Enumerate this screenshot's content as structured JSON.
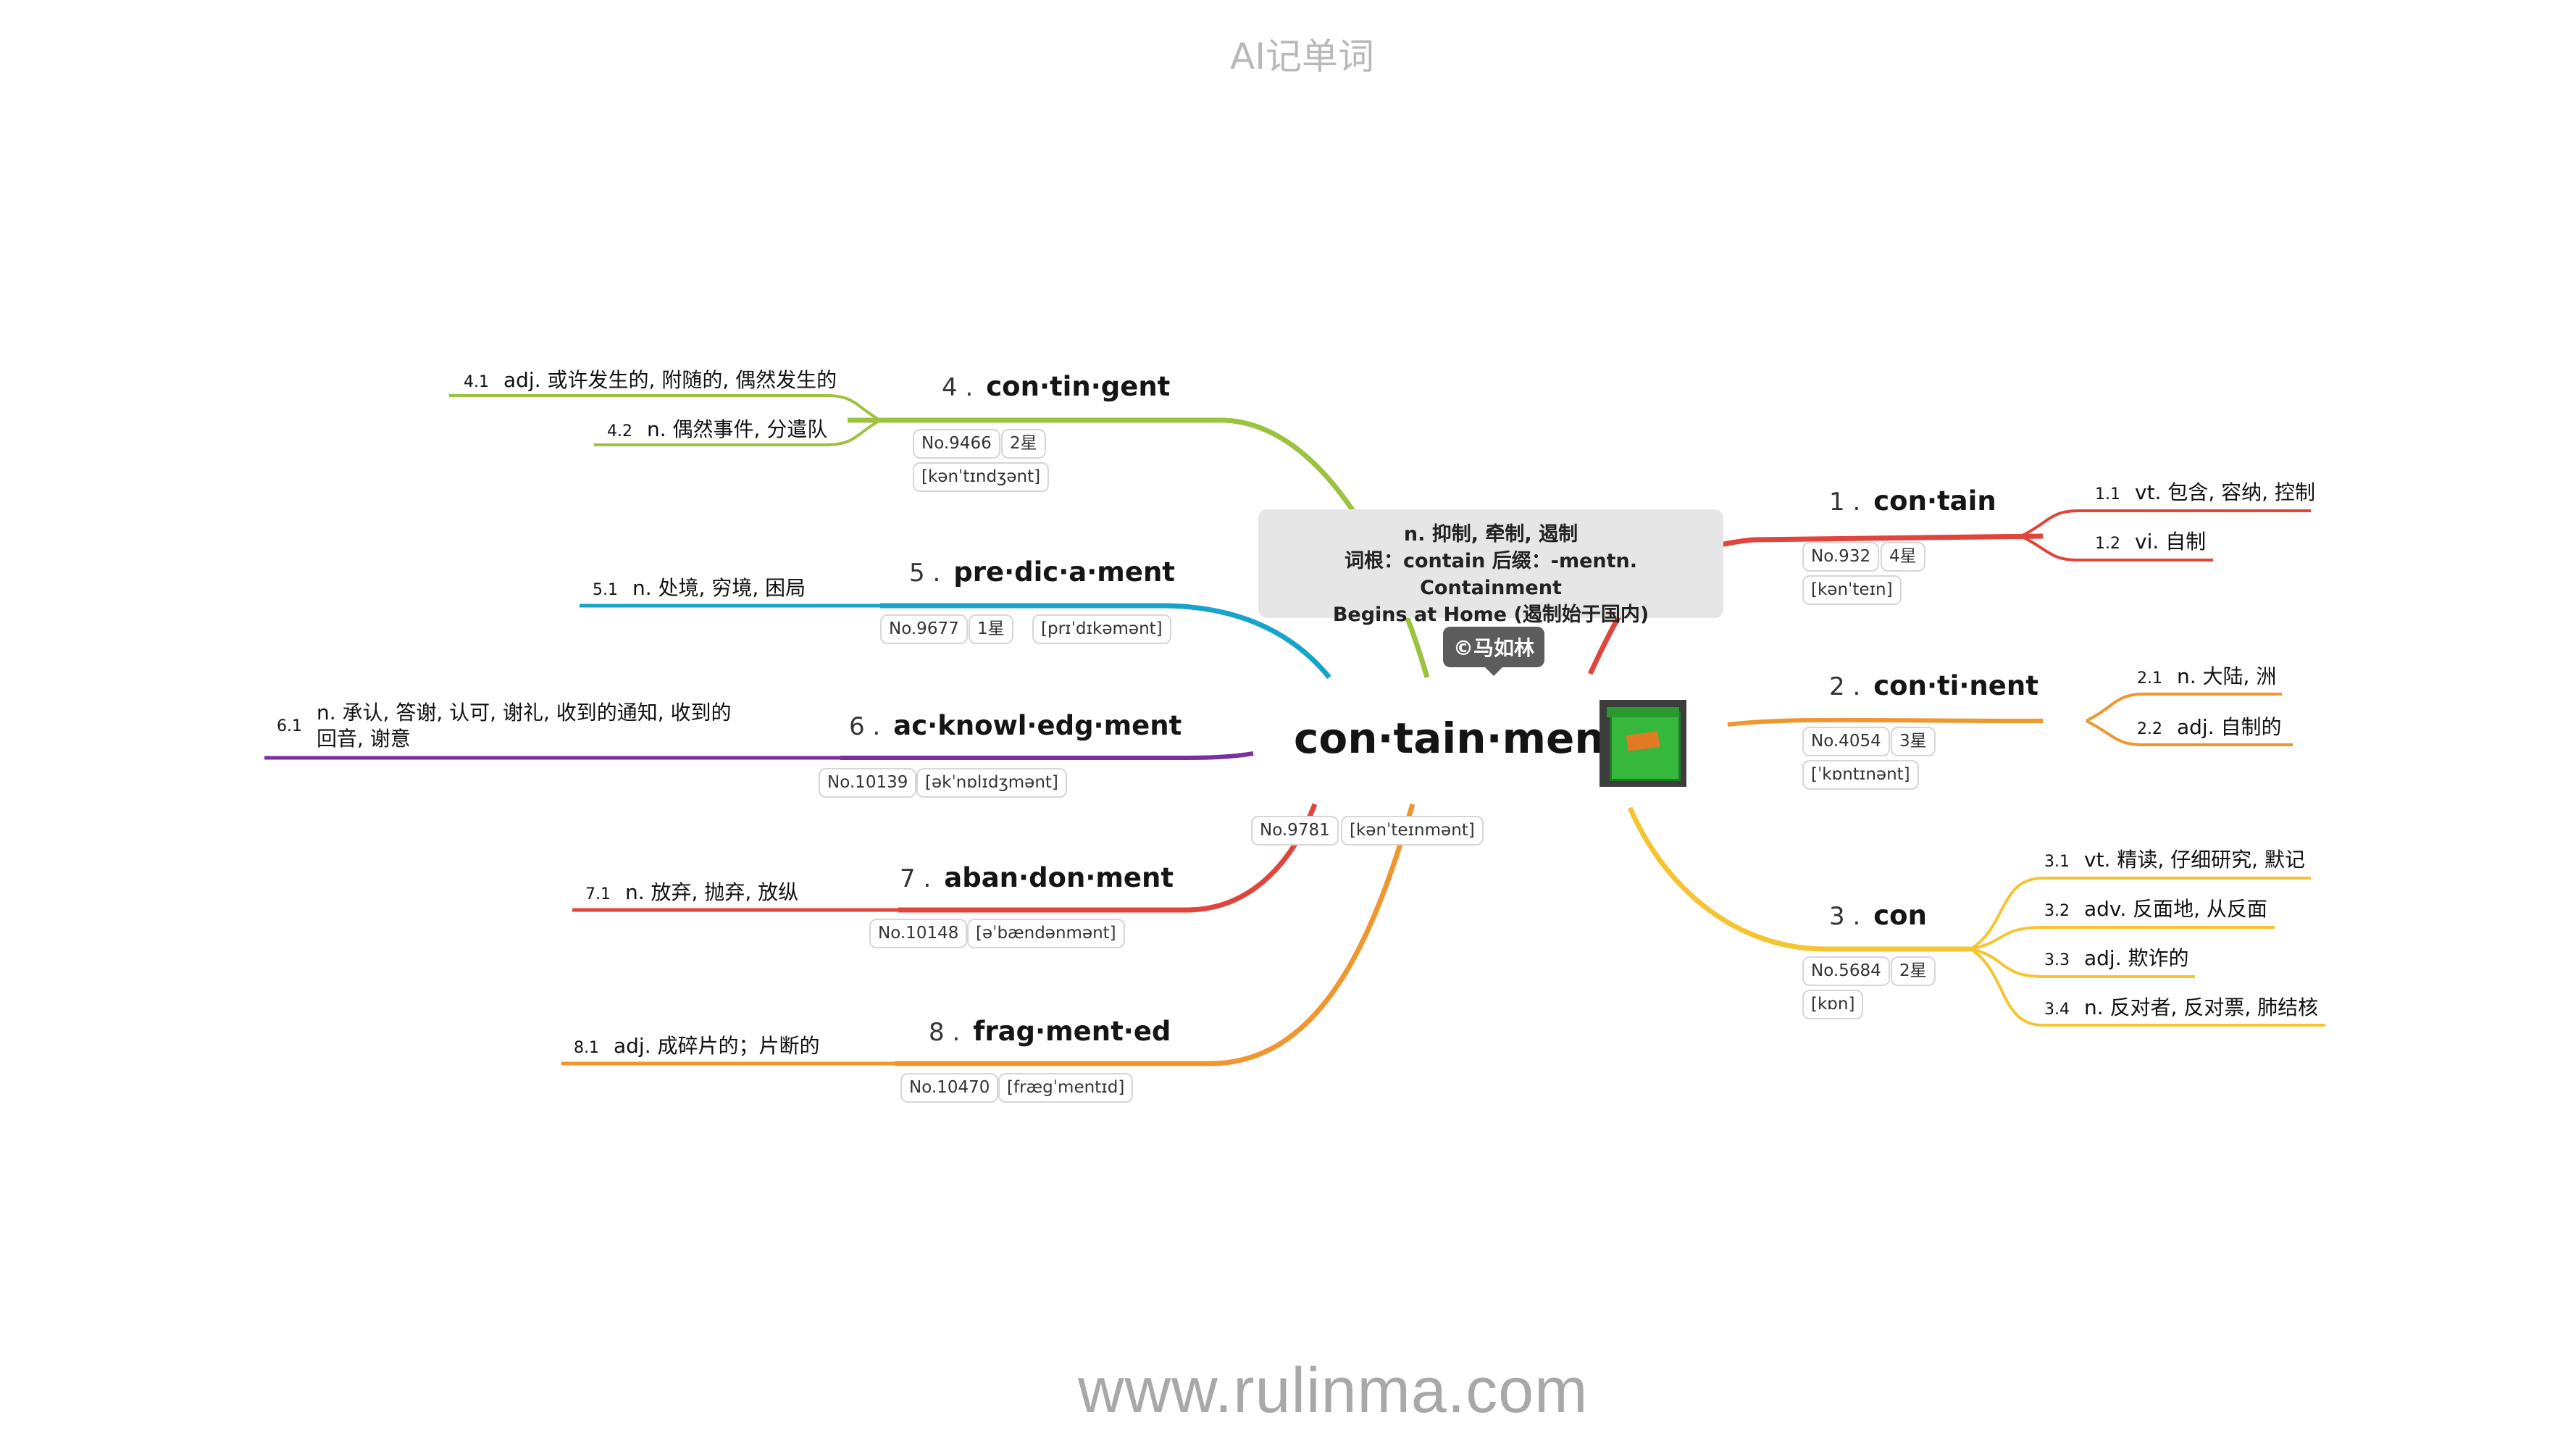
{
  "header": {
    "title": "AI记单词"
  },
  "footer": {
    "site": "www.rulinma.com"
  },
  "center": {
    "word": "con·tain·ment",
    "no": "No.9781",
    "phonetic": "[kənˈteɪnmənt]",
    "note_lines": [
      "n. 抑制, 牵制, 遏制",
      "词根：contain 后缀：-mentn. Containment",
      "Begins at Home (遏制始于国内)"
    ],
    "credit": "©马如林",
    "image_icon": "green-trash-bin-photo"
  },
  "branches": [
    {
      "index": "1 .",
      "word": "con·tain",
      "no": "No.932",
      "stars": "4星",
      "phonetic": "[kənˈteɪn]",
      "color": "#e0443a",
      "meanings": [
        {
          "num": "1.1",
          "text": "vt. 包含, 容纳, 控制"
        },
        {
          "num": "1.2",
          "text": "vi. 自制"
        }
      ]
    },
    {
      "index": "2 .",
      "word": "con·ti·nent",
      "no": "No.4054",
      "stars": "3星",
      "phonetic": "[ˈkɒntɪnənt]",
      "color": "#f0962e",
      "meanings": [
        {
          "num": "2.1",
          "text": "n. 大陆, 洲"
        },
        {
          "num": "2.2",
          "text": "adj. 自制的"
        }
      ]
    },
    {
      "index": "3 .",
      "word": "con",
      "no": "No.5684",
      "stars": "2星",
      "phonetic": "[kɒn]",
      "color": "#f5c531",
      "meanings": [
        {
          "num": "3.1",
          "text": "vt. 精读, 仔细研究, 默记"
        },
        {
          "num": "3.2",
          "text": "adv. 反面地, 从反面"
        },
        {
          "num": "3.3",
          "text": "adj. 欺诈的"
        },
        {
          "num": "3.4",
          "text": "n. 反对者, 反对票, 肺结核"
        }
      ]
    },
    {
      "index": "4 .",
      "word": "con·tin·gent",
      "no": "No.9466",
      "stars": "2星",
      "phonetic": "[kənˈtɪndʒənt]",
      "color": "#9cc23f",
      "meanings": [
        {
          "num": "4.1",
          "text": "adj. 或许发生的, 附随的, 偶然发生的"
        },
        {
          "num": "4.2",
          "text": "n. 偶然事件, 分遣队"
        }
      ]
    },
    {
      "index": "5 .",
      "word": "pre·dic·a·ment",
      "no": "No.9677",
      "stars": "1星",
      "phonetic": "[prɪˈdɪkəmənt]",
      "color": "#18a3c9",
      "meanings": [
        {
          "num": "5.1",
          "text": "n. 处境, 穷境, 困局"
        }
      ]
    },
    {
      "index": "6 .",
      "word": "ac·knowl·edg·ment",
      "no": "No.10139",
      "stars": "",
      "phonetic": "[əkˈnɒlɪdʒmənt]",
      "color": "#7b2f9c",
      "meanings": [
        {
          "num": "6.1",
          "text": "n. 承认, 答谢, 认可, 谢礼, 收到的通知, 收到的回音, 谢意"
        }
      ]
    },
    {
      "index": "7 .",
      "word": "aban·don·ment",
      "no": "No.10148",
      "stars": "",
      "phonetic": "[əˈbændənmənt]",
      "color": "#e0443a",
      "meanings": [
        {
          "num": "7.1",
          "text": "n. 放弃, 抛弃, 放纵"
        }
      ]
    },
    {
      "index": "8 .",
      "word": "frag·ment·ed",
      "no": "No.10470",
      "stars": "",
      "phonetic": "[frægˈmentɪd]",
      "color": "#f0962e",
      "meanings": [
        {
          "num": "8.1",
          "text": "adj. 成碎片的；片断的"
        }
      ]
    }
  ]
}
